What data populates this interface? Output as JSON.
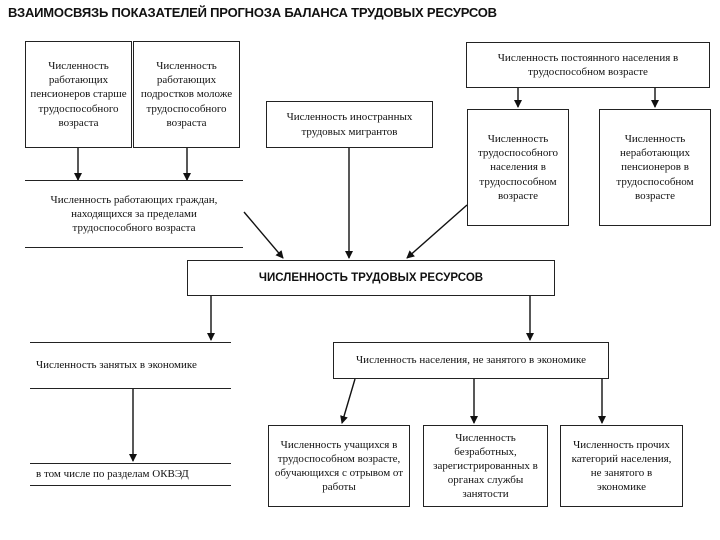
{
  "diagram": {
    "title": "ВЗАИМОСВЯЗЬ ПОКАЗАТЕЛЕЙ ПРОГНОЗА БАЛАНСА ТРУДОВЫХ РЕСУРСОВ",
    "nodes": {
      "working_pensioners": "Численность работающих пенсионеров старше трудоспособного возраста",
      "working_teens": "Численность работающих подростков моложе трудоспособного возраста",
      "foreign_migrants": "Численность иностранных трудовых мигрантов",
      "permanent_population": "Численность постоянного населения в трудоспособном возрасте",
      "working_abroad": "Численность работающих граждан, находящихся за пределами трудоспособного возраста",
      "able_bodied": "Численность трудоспособного населения в трудоспособном возрасте",
      "nonworking_invalids": "Численность неработающих пенсионеров в трудоспособном возрасте",
      "labor_resources": "ЧИСЛЕННОСТЬ ТРУДОВЫХ РЕСУРСОВ",
      "employed": "Численность занятых в экономике",
      "not_employed": "Численность населения, не занятого в экономике",
      "okved": "в том числе по разделам ОКВЭД",
      "students": "Численность учащихся в трудоспособном возрасте, обучающихся с отрывом от работы",
      "unemployed_registered": "Численность безработных, зарегистрированных в органах службы занятости",
      "other_categories": "Численность прочих категорий населения, не занятого в экономике"
    }
  }
}
